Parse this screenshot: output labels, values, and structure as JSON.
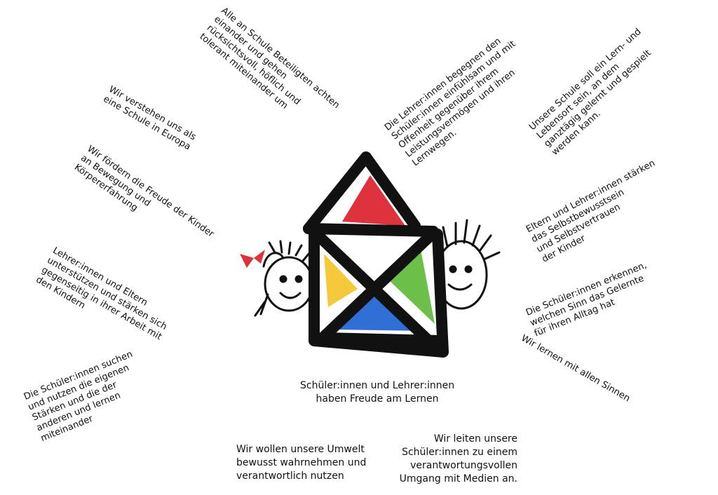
{
  "statements": {
    "europa": "Wir verstehen uns als\neine Schule in Europa",
    "beteiligte": "Alle an Schule Beteiligten achten\neinander und gehen\nrücksichtsvoll, höflich und\ntolerant miteinander um",
    "lehrer_begegnen": "Die Lehrer:innen begegnen den\nSchüler:innen einfühlsam und mit\nOffenheit gegenüber ihrem\nLeistungsvermögen und ihren\nLernwegen.",
    "lernort": "Unsere Schule soll ein Lern- und\nLebensort sein, an dem\nganztägig gelernt und gespielt\nwerden kann.",
    "bewegung": "Wir fördern die Freude der Kinder\nan Bewegung und\nKörpererfahrung",
    "selbstbewusstsein": "Eltern und Lehrer:innen stärken\ndas Selbstbewusstsein\nund Selbstvertrauen\nder Kinder",
    "unterstuetzen": "Lehrer:innen und Eltern\nunterstützen und stärken sich\ngegenseitig in ihrer Arbeit mit\nden Kindern",
    "sinn": "Die Schüler:innen erkennen,\nwelchen Sinn das Gelernte\nfür ihren Alltag hat",
    "staerken": "Die Schüler:innen suchen\nund nutzen die eigenen\nStärken und die der\nanderen und lernen\nmiteinander",
    "sinne": "Wir lernen mit allen Sinnen",
    "freude": "Schüler:innen und Lehrer:innen\nhaben Freude am Lernen",
    "umwelt": "Wir wollen unsere Umwelt\nbewusst wahrnehmen und\nverantwortlich nutzen",
    "medien": "Wir leiten unsere\nSchüler:innen zu einem\nverantwortungsvollen\nUmgang mit Medien an."
  },
  "logo": {
    "colors": {
      "top": "#e0323c",
      "left": "#f5c93a",
      "right": "#6cc04a",
      "bottom": "#2f6fd6",
      "bow": "#e0323c",
      "outline": "#111111"
    },
    "icons": [
      "girl-face-icon",
      "boy-face-icon",
      "house-triangle-icon"
    ]
  }
}
